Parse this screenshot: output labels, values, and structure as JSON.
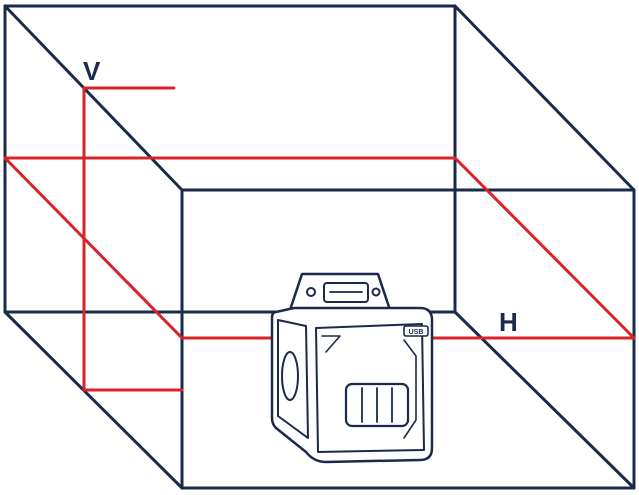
{
  "labels": {
    "vertical": "V",
    "horizontal": "H",
    "port": "USB"
  },
  "colors": {
    "outline": "#1b2a4a",
    "laser": "#d8232a",
    "background": "#ffffff"
  },
  "icons": {
    "device": "laser-level-device"
  }
}
